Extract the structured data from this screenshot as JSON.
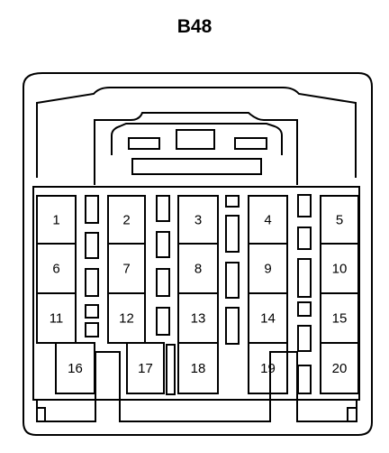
{
  "title": "B48",
  "pins": [
    {
      "id": "pin-1",
      "label": "1"
    },
    {
      "id": "pin-2",
      "label": "2"
    },
    {
      "id": "pin-3",
      "label": "3"
    },
    {
      "id": "pin-4",
      "label": "4"
    },
    {
      "id": "pin-5",
      "label": "5"
    },
    {
      "id": "pin-6",
      "label": "6"
    },
    {
      "id": "pin-7",
      "label": "7"
    },
    {
      "id": "pin-8",
      "label": "8"
    },
    {
      "id": "pin-9",
      "label": "9"
    },
    {
      "id": "pin-10",
      "label": "10"
    },
    {
      "id": "pin-11",
      "label": "11"
    },
    {
      "id": "pin-12",
      "label": "12"
    },
    {
      "id": "pin-13",
      "label": "13"
    },
    {
      "id": "pin-14",
      "label": "14"
    },
    {
      "id": "pin-15",
      "label": "15"
    },
    {
      "id": "pin-16",
      "label": "16"
    },
    {
      "id": "pin-17",
      "label": "17"
    },
    {
      "id": "pin-18",
      "label": "18"
    },
    {
      "id": "pin-19",
      "label": "19"
    },
    {
      "id": "pin-20",
      "label": "20"
    }
  ]
}
